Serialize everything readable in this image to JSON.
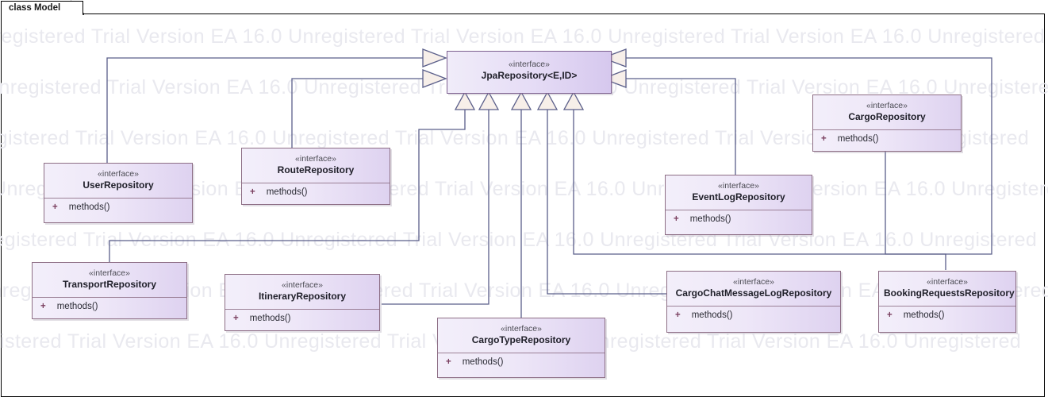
{
  "diagram": {
    "tab_label": "class Model",
    "watermark_text": "Unregistered Trial Version  EA 16.0 Unregistered Trial Version  EA 16.0 Unregistered Trial Version  EA 16.0 Unregistered",
    "stereotype": "«interface»",
    "visibility": "+",
    "operation": "methods()",
    "colors": {
      "node_border": "#8d6e85",
      "node_fill_start": "#f3effa",
      "node_fill_end": "#ded2f0",
      "connector": "#5b5f8a",
      "arrow_fill": "#f7efe9",
      "tab_text": "#1a1a1a",
      "watermark": "#e9e9ef"
    }
  },
  "nodes": [
    {
      "id": "jpa",
      "stereotype": "«interface»",
      "name": "JpaRepository<E,ID>",
      "has_ops": false,
      "vis": "",
      "op": ""
    },
    {
      "id": "user",
      "stereotype": "«interface»",
      "name": "UserRepository",
      "has_ops": true,
      "vis": "+",
      "op": "methods()"
    },
    {
      "id": "route",
      "stereotype": "«interface»",
      "name": "RouteRepository",
      "has_ops": true,
      "vis": "+",
      "op": "methods()"
    },
    {
      "id": "transport",
      "stereotype": "«interface»",
      "name": "TransportRepository",
      "has_ops": true,
      "vis": "+",
      "op": "methods()"
    },
    {
      "id": "itinerary",
      "stereotype": "«interface»",
      "name": "ItineraryRepository",
      "has_ops": true,
      "vis": "+",
      "op": "methods()"
    },
    {
      "id": "cargotype",
      "stereotype": "«interface»",
      "name": "CargoTypeRepository",
      "has_ops": true,
      "vis": "+",
      "op": "methods()"
    },
    {
      "id": "cargo",
      "stereotype": "«interface»",
      "name": "CargoRepository",
      "has_ops": true,
      "vis": "+",
      "op": "methods()"
    },
    {
      "id": "eventlog",
      "stereotype": "«interface»",
      "name": "EventLogRepository",
      "has_ops": true,
      "vis": "+",
      "op": "methods()"
    },
    {
      "id": "cargochat",
      "stereotype": "«interface»",
      "name": "CargoChatMessageLogRepository",
      "has_ops": true,
      "vis": "+",
      "op": "methods()"
    },
    {
      "id": "booking",
      "stereotype": "«interface»",
      "name": "BookingRequestsRepository",
      "has_ops": true,
      "vis": "+",
      "op": "methods()"
    }
  ],
  "relationships": [
    {
      "from": "user",
      "to": "jpa",
      "type": "generalization"
    },
    {
      "from": "route",
      "to": "jpa",
      "type": "generalization"
    },
    {
      "from": "transport",
      "to": "jpa",
      "type": "generalization"
    },
    {
      "from": "itinerary",
      "to": "jpa",
      "type": "generalization"
    },
    {
      "from": "cargotype",
      "to": "jpa",
      "type": "generalization"
    },
    {
      "from": "cargochat",
      "to": "jpa",
      "type": "generalization"
    },
    {
      "from": "booking",
      "to": "jpa",
      "type": "generalization"
    },
    {
      "from": "cargo",
      "to": "jpa",
      "type": "generalization"
    },
    {
      "from": "eventlog",
      "to": "jpa",
      "type": "generalization"
    }
  ]
}
